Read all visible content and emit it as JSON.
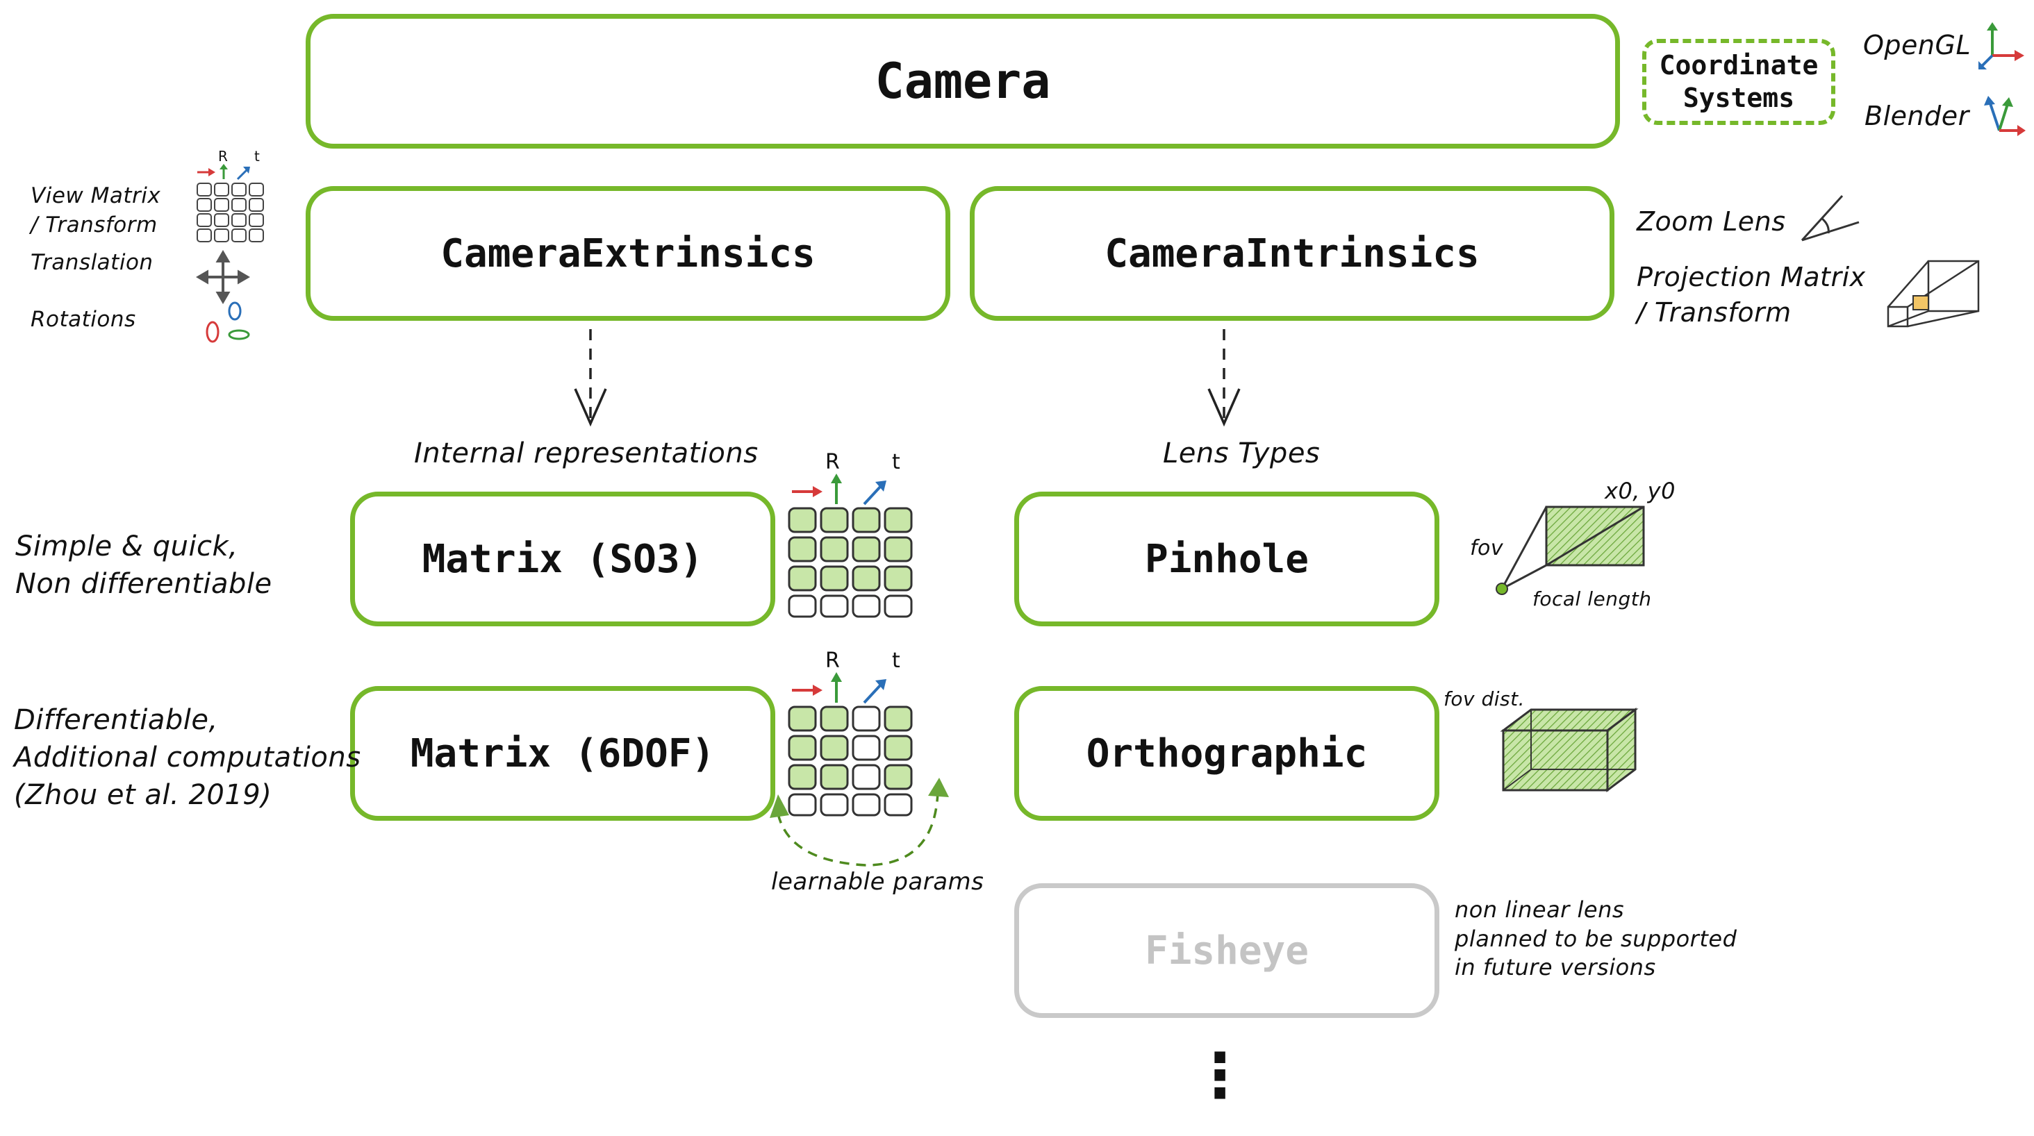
{
  "boxes": {
    "camera": "Camera",
    "coordinate_systems": "Coordinate\nSystems",
    "camera_extrinsics": "CameraExtrinsics",
    "camera_intrinsics": "CameraIntrinsics",
    "matrix_so3": "Matrix (SO3)",
    "matrix_6dof": "Matrix (6DOF)",
    "pinhole": "Pinhole",
    "orthographic": "Orthographic",
    "fisheye": "Fisheye"
  },
  "labels": {
    "opengl": "OpenGL",
    "blender": "Blender",
    "view_matrix": "View Matrix\n/ Transform",
    "translation": "Translation",
    "rotations": "Rotations",
    "zoom_lens": "Zoom Lens",
    "projection_matrix": "Projection Matrix\n/ Transform",
    "internal_representations": "Internal representations",
    "lens_types": "Lens Types",
    "simple_quick": "Simple & quick,\nNon differentiable",
    "differentiable": "Differentiable,\nAdditional computations\n(Zhou et al. 2019)",
    "learnable_params": "learnable params",
    "matrix_R_small": "R",
    "matrix_t_small": "t",
    "matrix_R_so3": "R",
    "matrix_t_so3": "t",
    "matrix_R_6dof": "R",
    "matrix_t_6dof": "t",
    "pinhole_x0y0": "x0, y0",
    "pinhole_fov": "fov",
    "pinhole_focal_length": "focal length",
    "ortho_fov_dist": "fov dist.",
    "fisheye_note": "non linear lens\nplanned to be supported\nin future versions",
    "ellipsis": "⋮"
  },
  "colors": {
    "accent": "#76b82a",
    "muted": "#c9c9c9",
    "axis_red": "#d63a3a",
    "axis_green": "#3a9a3a",
    "axis_blue": "#2a6fb8"
  }
}
